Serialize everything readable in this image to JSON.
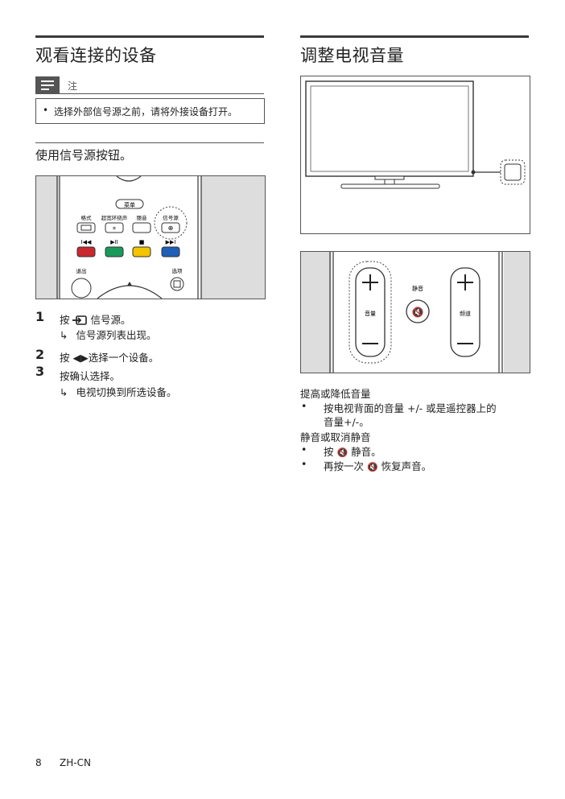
{
  "left": {
    "title": "观看连接的设备",
    "note_label": "注",
    "note_bullet": "•",
    "note_text": "选择外部信号源之前，请将外接设备打开。",
    "subtitle": "使用信号源按钮。",
    "remote": {
      "menu": "菜单",
      "format": "格式",
      "surround": "超宽环绕声",
      "mute": "丽音",
      "source": "信号源",
      "prev": "I◀◀",
      "play": "▶II",
      "stop": "■",
      "next": "▶▶I",
      "back": "退出",
      "options": "选项"
    },
    "steps": [
      {
        "num": "1",
        "prefix": "按 ",
        "text": " 信号源。"
      },
      {
        "arrow": "↳",
        "text": "信号源列表出现。"
      },
      {
        "num": "2",
        "text": "按 ◀▶选择一个设备。"
      },
      {
        "num": "3",
        "text": "按确认选择。"
      },
      {
        "arrow": "↳",
        "text": "电视切换到所选设备。"
      }
    ]
  },
  "right": {
    "title": "调整电视音量",
    "panel": {
      "vol_label": "音量",
      "mute_label": "静音",
      "ch_label": "频道"
    },
    "vol_heading": "提高或降低音量",
    "vol_items": [
      {
        "bullet": "•",
        "line1": "按电视背面的音量 +/- 或是遥控器上的",
        "line2": "音量+/-。"
      }
    ],
    "mute_heading": "静音或取消静音",
    "mute_items": [
      {
        "bullet": "•",
        "prefix": "按 ",
        "suffix": " 静音。"
      },
      {
        "bullet": "•",
        "prefix": "再按一次 ",
        "suffix": " 恢复声音。"
      }
    ]
  },
  "footer": {
    "page": "8",
    "lang": "ZH-CN"
  }
}
